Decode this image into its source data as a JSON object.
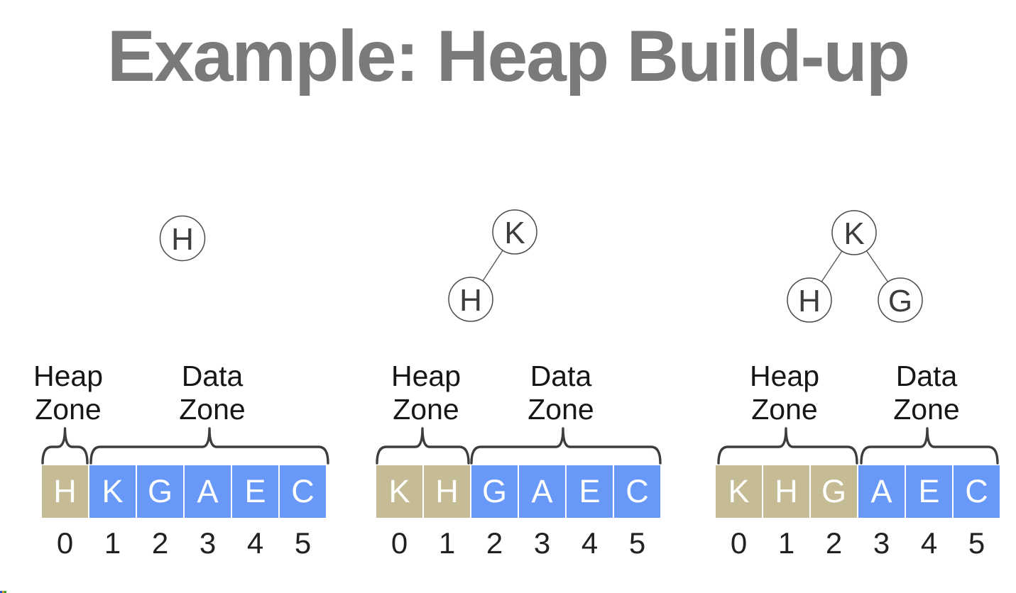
{
  "title": "Example: Heap Build-up",
  "colors": {
    "heap_zone_fill": "#C5BC95",
    "data_zone_fill": "#6999F8",
    "title_text": "#7A7A7A",
    "node_outline": "#4A4A4A",
    "node_text": "#3D3D3D",
    "brace_stroke": "#3D3D3D",
    "label_text": "#161616",
    "index_text": "#212121",
    "cell_text": "#FFFFFF"
  },
  "stages": [
    {
      "heap_zone_label": [
        "Heap",
        "Zone"
      ],
      "data_zone_label": [
        "Data",
        "Zone"
      ],
      "tree": {
        "root": "H"
      },
      "array": [
        "H",
        "K",
        "G",
        "A",
        "E",
        "C"
      ],
      "heap_count": 1,
      "indices": [
        "0",
        "1",
        "2",
        "3",
        "4",
        "5"
      ]
    },
    {
      "heap_zone_label": [
        "Heap",
        "Zone"
      ],
      "data_zone_label": [
        "Data",
        "Zone"
      ],
      "tree": {
        "root": "K",
        "left": "H"
      },
      "array": [
        "K",
        "H",
        "G",
        "A",
        "E",
        "C"
      ],
      "heap_count": 2,
      "indices": [
        "0",
        "1",
        "2",
        "3",
        "4",
        "5"
      ]
    },
    {
      "heap_zone_label": [
        "Heap",
        "Zone"
      ],
      "data_zone_label": [
        "Data",
        "Zone"
      ],
      "tree": {
        "root": "K",
        "left": "H",
        "right": "G"
      },
      "array": [
        "K",
        "H",
        "G",
        "A",
        "E",
        "C"
      ],
      "heap_count": 3,
      "indices": [
        "0",
        "1",
        "2",
        "3",
        "4",
        "5"
      ]
    }
  ],
  "corner_artifact_colors": [
    "#2B55D4",
    "#D4A017",
    "#2E9E3A"
  ]
}
